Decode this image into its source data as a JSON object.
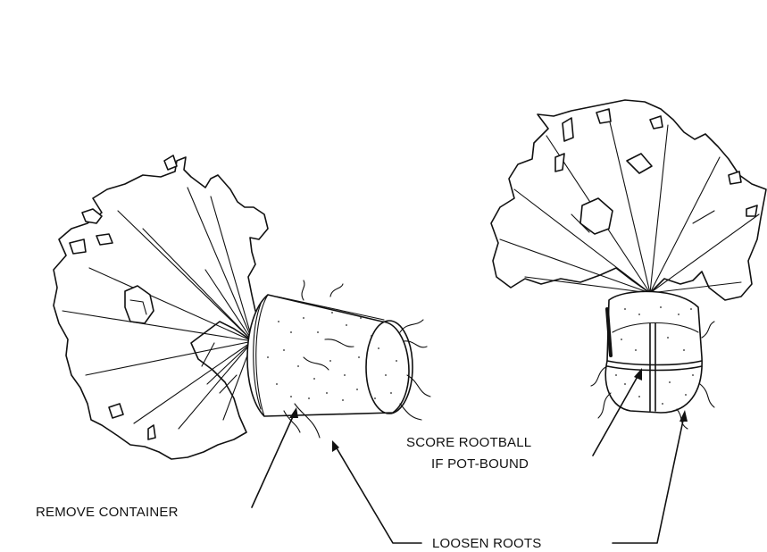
{
  "labels": {
    "remove_container": "REMOVE CONTAINER",
    "loosen_roots": "LOOSEN ROOTS",
    "score_rootball_line1": "SCORE ROOTBALL",
    "score_rootball_line2": "IF POT-BOUND"
  },
  "colors": {
    "ink": "#111111",
    "background": "#ffffff"
  }
}
